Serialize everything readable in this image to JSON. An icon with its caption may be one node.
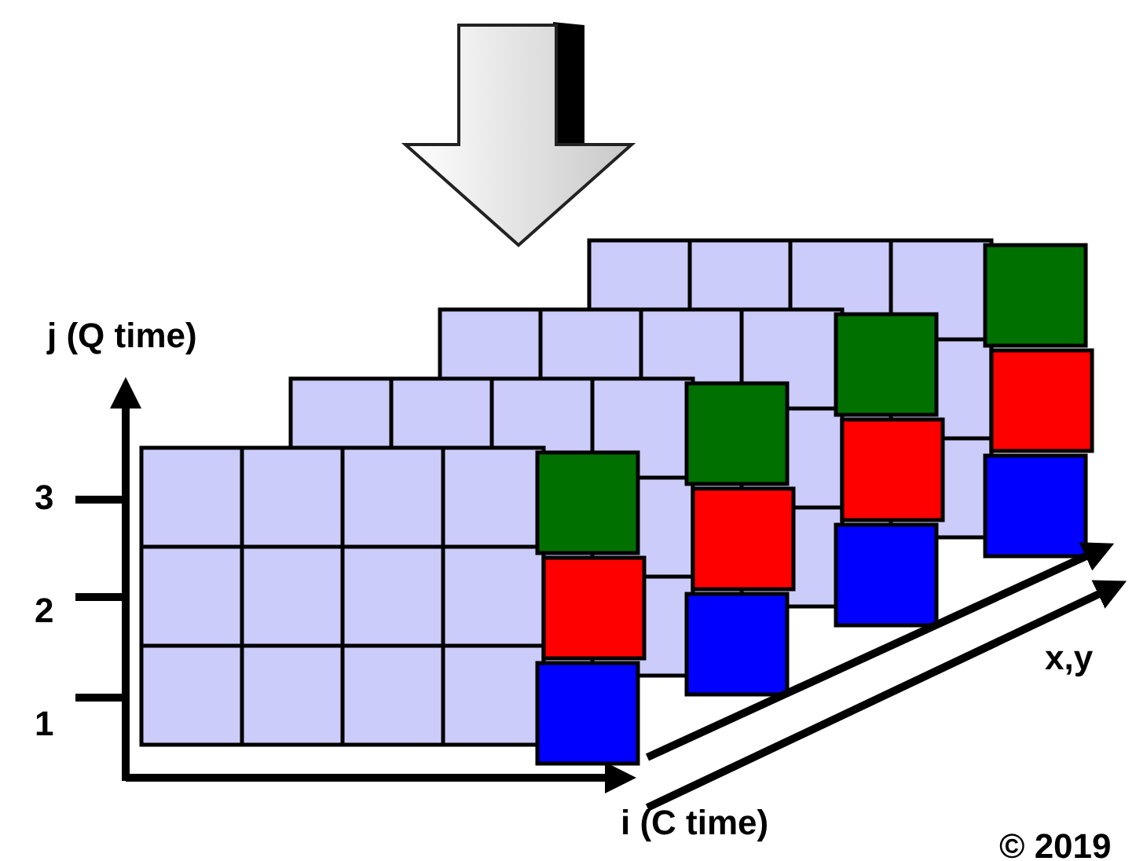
{
  "diagram": {
    "labels": [
      "j (Q time)",
      "3",
      "2",
      "1",
      "i (C time)",
      "x,y",
      "© 2019"
    ]
  }
}
